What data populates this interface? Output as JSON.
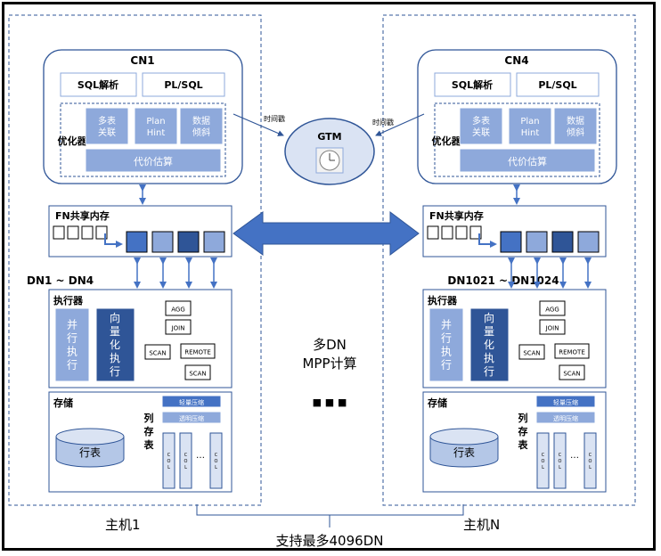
{
  "colors": {
    "accent": "#2f5597",
    "light_box": "#8ea9db",
    "mid_box": "#4472c4",
    "dark_box": "#2f5597",
    "frame": "#000000"
  },
  "cn_left": {
    "title": "CN1",
    "sql_parse": "SQL解析",
    "plsql": "PL/SQL",
    "optimizer": "优化器",
    "multi_join": "多表\n关联",
    "plan_hint": "Plan\nHint",
    "data_skew": "数据\n倾斜",
    "cost_est": "代价估算"
  },
  "cn_right": {
    "title": "CN4",
    "sql_parse": "SQL解析",
    "plsql": "PL/SQL",
    "optimizer": "优化器",
    "multi_join": "多表\n关联",
    "plan_hint": "Plan\nHint",
    "data_skew": "数据\n倾斜",
    "cost_est": "代价估算"
  },
  "gtm": {
    "label": "GTM",
    "timestamp_left": "时间戳",
    "timestamp_right": "时间戳"
  },
  "fn_left": {
    "title": "FN共享内存"
  },
  "fn_right": {
    "title": "FN共享内存"
  },
  "dn_left": {
    "range": "DN1 ~ DN4",
    "executor": "执行器",
    "parallel": "并\n行\n执\n行",
    "vector": "向\n量\n化\n执\n行",
    "ops": [
      "AGG",
      "JOIN",
      "SCAN",
      "REMOTE",
      "SCAN"
    ],
    "storage": "存储",
    "row_table": "行表",
    "col_table": "列\n存\n表",
    "light_compress": "轻量压缩",
    "transparent_compress": "透明压缩",
    "col": "C\nO\nL",
    "ellipsis": "…"
  },
  "dn_right": {
    "range": "DN1021 ~ DN1024",
    "executor": "执行器",
    "parallel": "并\n行\n执\n行",
    "vector": "向\n量\n化\n执\n行",
    "ops": [
      "AGG",
      "JOIN",
      "SCAN",
      "REMOTE",
      "SCAN"
    ],
    "storage": "存储",
    "row_table": "行表",
    "col_table": "列\n存\n表",
    "light_compress": "轻量压缩",
    "transparent_compress": "透明压缩",
    "col": "C\nO\nL",
    "ellipsis": "…"
  },
  "center": {
    "line1": "多DN",
    "line2": "MPP计算",
    "dots": "■ ■ ■"
  },
  "host_left": "主机1",
  "host_right": "主机N",
  "footer": "支持最多4096DN"
}
